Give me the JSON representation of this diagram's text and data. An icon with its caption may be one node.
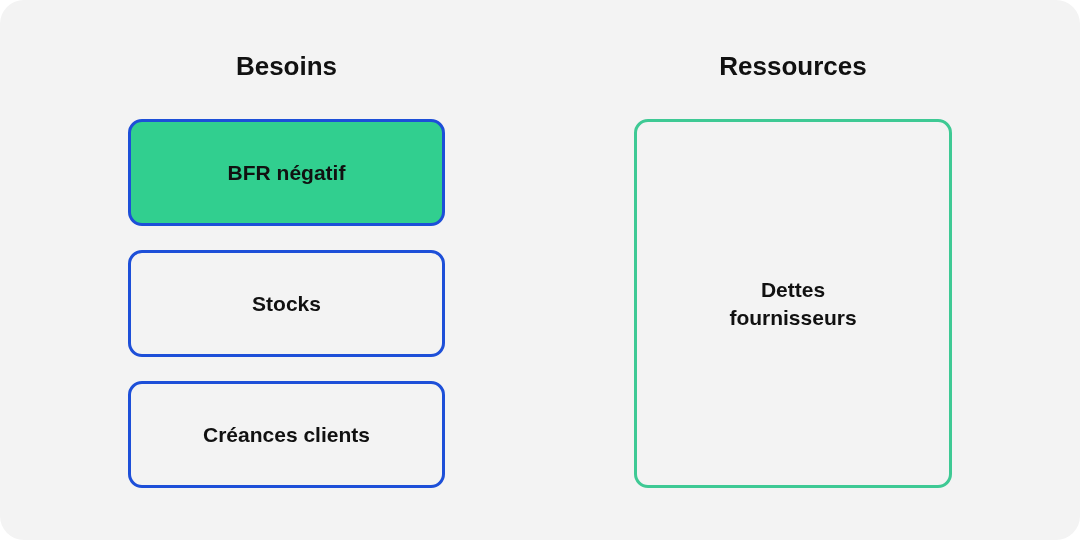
{
  "diagram": {
    "nodes": [
      {
        "text": [
          "BFR négatif"
        ]
      },
      {
        "text": [
          "Stocks"
        ]
      },
      {
        "text": [
          "Créances clients"
        ]
      },
      {
        "text": [
          "Dettes fournisseurs"
        ]
      }
    ],
    "labels": [
      "Besoins",
      "Ressources"
    ]
  }
}
